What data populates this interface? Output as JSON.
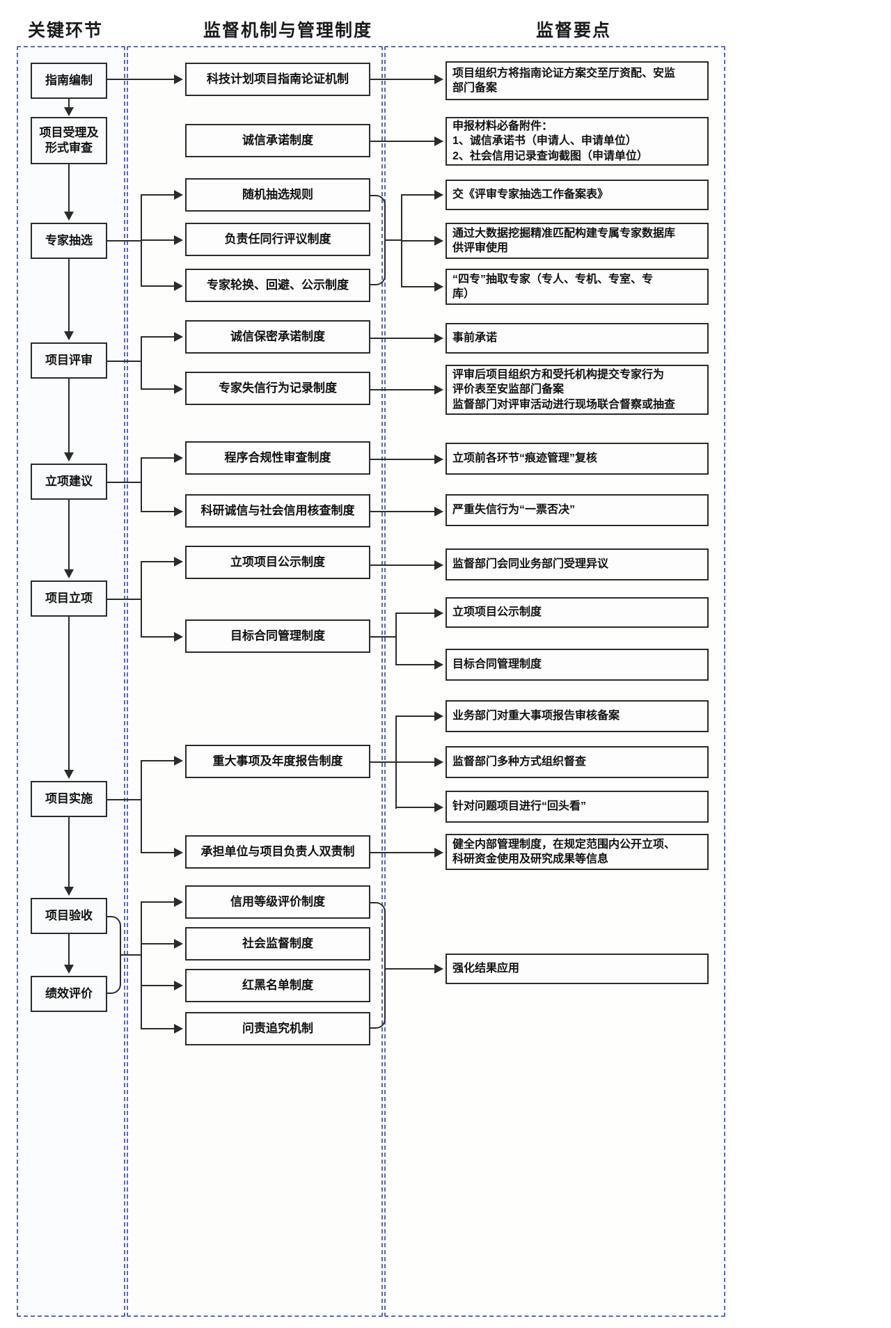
{
  "headers": {
    "col1": "关键环节",
    "col2": "监督机制与管理制度",
    "col3": "监督要点"
  },
  "colors": {
    "lane_border": "#5566cc",
    "box_border": "#2b2b2b",
    "box_fill": "#fbfcfd",
    "text": "#111111"
  },
  "stages": [
    {
      "id": "stage-1",
      "label": "指南编制"
    },
    {
      "id": "stage-2",
      "label": "项目受理及\n形式审查"
    },
    {
      "id": "stage-3",
      "label": "专家抽选"
    },
    {
      "id": "stage-4",
      "label": "项目评审"
    },
    {
      "id": "stage-5",
      "label": "立项建议"
    },
    {
      "id": "stage-6",
      "label": "项目立项"
    },
    {
      "id": "stage-7",
      "label": "项目实施"
    },
    {
      "id": "stage-8",
      "label": "项目验收"
    },
    {
      "id": "stage-9",
      "label": "绩效评价"
    }
  ],
  "mechanisms": [
    {
      "id": "mech-1",
      "label": "科技计划项目指南论证机制"
    },
    {
      "id": "mech-2",
      "label": "诚信承诺制度"
    },
    {
      "id": "mech-3",
      "label": "随机抽选规则"
    },
    {
      "id": "mech-4",
      "label": "负责任同行评议制度"
    },
    {
      "id": "mech-5",
      "label": "专家轮换、回避、公示制度"
    },
    {
      "id": "mech-6",
      "label": "诚信保密承诺制度"
    },
    {
      "id": "mech-7",
      "label": "专家失信行为记录制度"
    },
    {
      "id": "mech-8",
      "label": "程序合规性审查制度"
    },
    {
      "id": "mech-9",
      "label": "科研诚信与社会信用核查制度"
    },
    {
      "id": "mech-10",
      "label": "立项项目公示制度"
    },
    {
      "id": "mech-11",
      "label": "目标合同管理制度"
    },
    {
      "id": "mech-12",
      "label": "重大事项及年度报告制度"
    },
    {
      "id": "mech-13",
      "label": "承担单位与项目负责人双责制"
    },
    {
      "id": "mech-14",
      "label": "信用等级评价制度"
    },
    {
      "id": "mech-15",
      "label": "社会监督制度"
    },
    {
      "id": "mech-16",
      "label": "红黑名单制度"
    },
    {
      "id": "mech-17",
      "label": "问责追究机制"
    }
  ],
  "points": [
    {
      "id": "point-1",
      "label": "项目组织方将指南论证方案交至厅资配、安监\n部门备案"
    },
    {
      "id": "point-2",
      "label": "申报材料必备附件：\n1、诚信承诺书（申请人、申请单位）\n2、社会信用记录查询截图（申请单位）"
    },
    {
      "id": "point-3",
      "label": "交《评审专家抽选工作备案表》"
    },
    {
      "id": "point-4",
      "label": "通过大数据挖掘精准匹配构建专属专家数据库\n供评审使用"
    },
    {
      "id": "point-5",
      "label": "“四专”抽取专家（专人、专机、专室、专\n库）"
    },
    {
      "id": "point-6",
      "label": "事前承诺"
    },
    {
      "id": "point-7",
      "label": "评审后项目组织方和受托机构提交专家行为\n评价表至安监部门备案\n监督部门对评审活动进行现场联合督察或抽查"
    },
    {
      "id": "point-8",
      "label": "立项前各环节“痕迹管理”复核"
    },
    {
      "id": "point-9",
      "label": "严重失信行为“一票否决”"
    },
    {
      "id": "point-10",
      "label": "监督部门会同业务部门受理异议"
    },
    {
      "id": "point-11",
      "label": "立项项目公示制度"
    },
    {
      "id": "point-12",
      "label": "目标合同管理制度"
    },
    {
      "id": "point-13",
      "label": "业务部门对重大事项报告审核备案"
    },
    {
      "id": "point-14",
      "label": "监督部门多种方式组织督查"
    },
    {
      "id": "point-15",
      "label": "针对问题项目进行“回头看”"
    },
    {
      "id": "point-16",
      "label": "健全内部管理制度，在规定范围内公开立项、\n科研资金使用及研究成果等信息"
    },
    {
      "id": "point-17",
      "label": "强化结果应用"
    }
  ]
}
